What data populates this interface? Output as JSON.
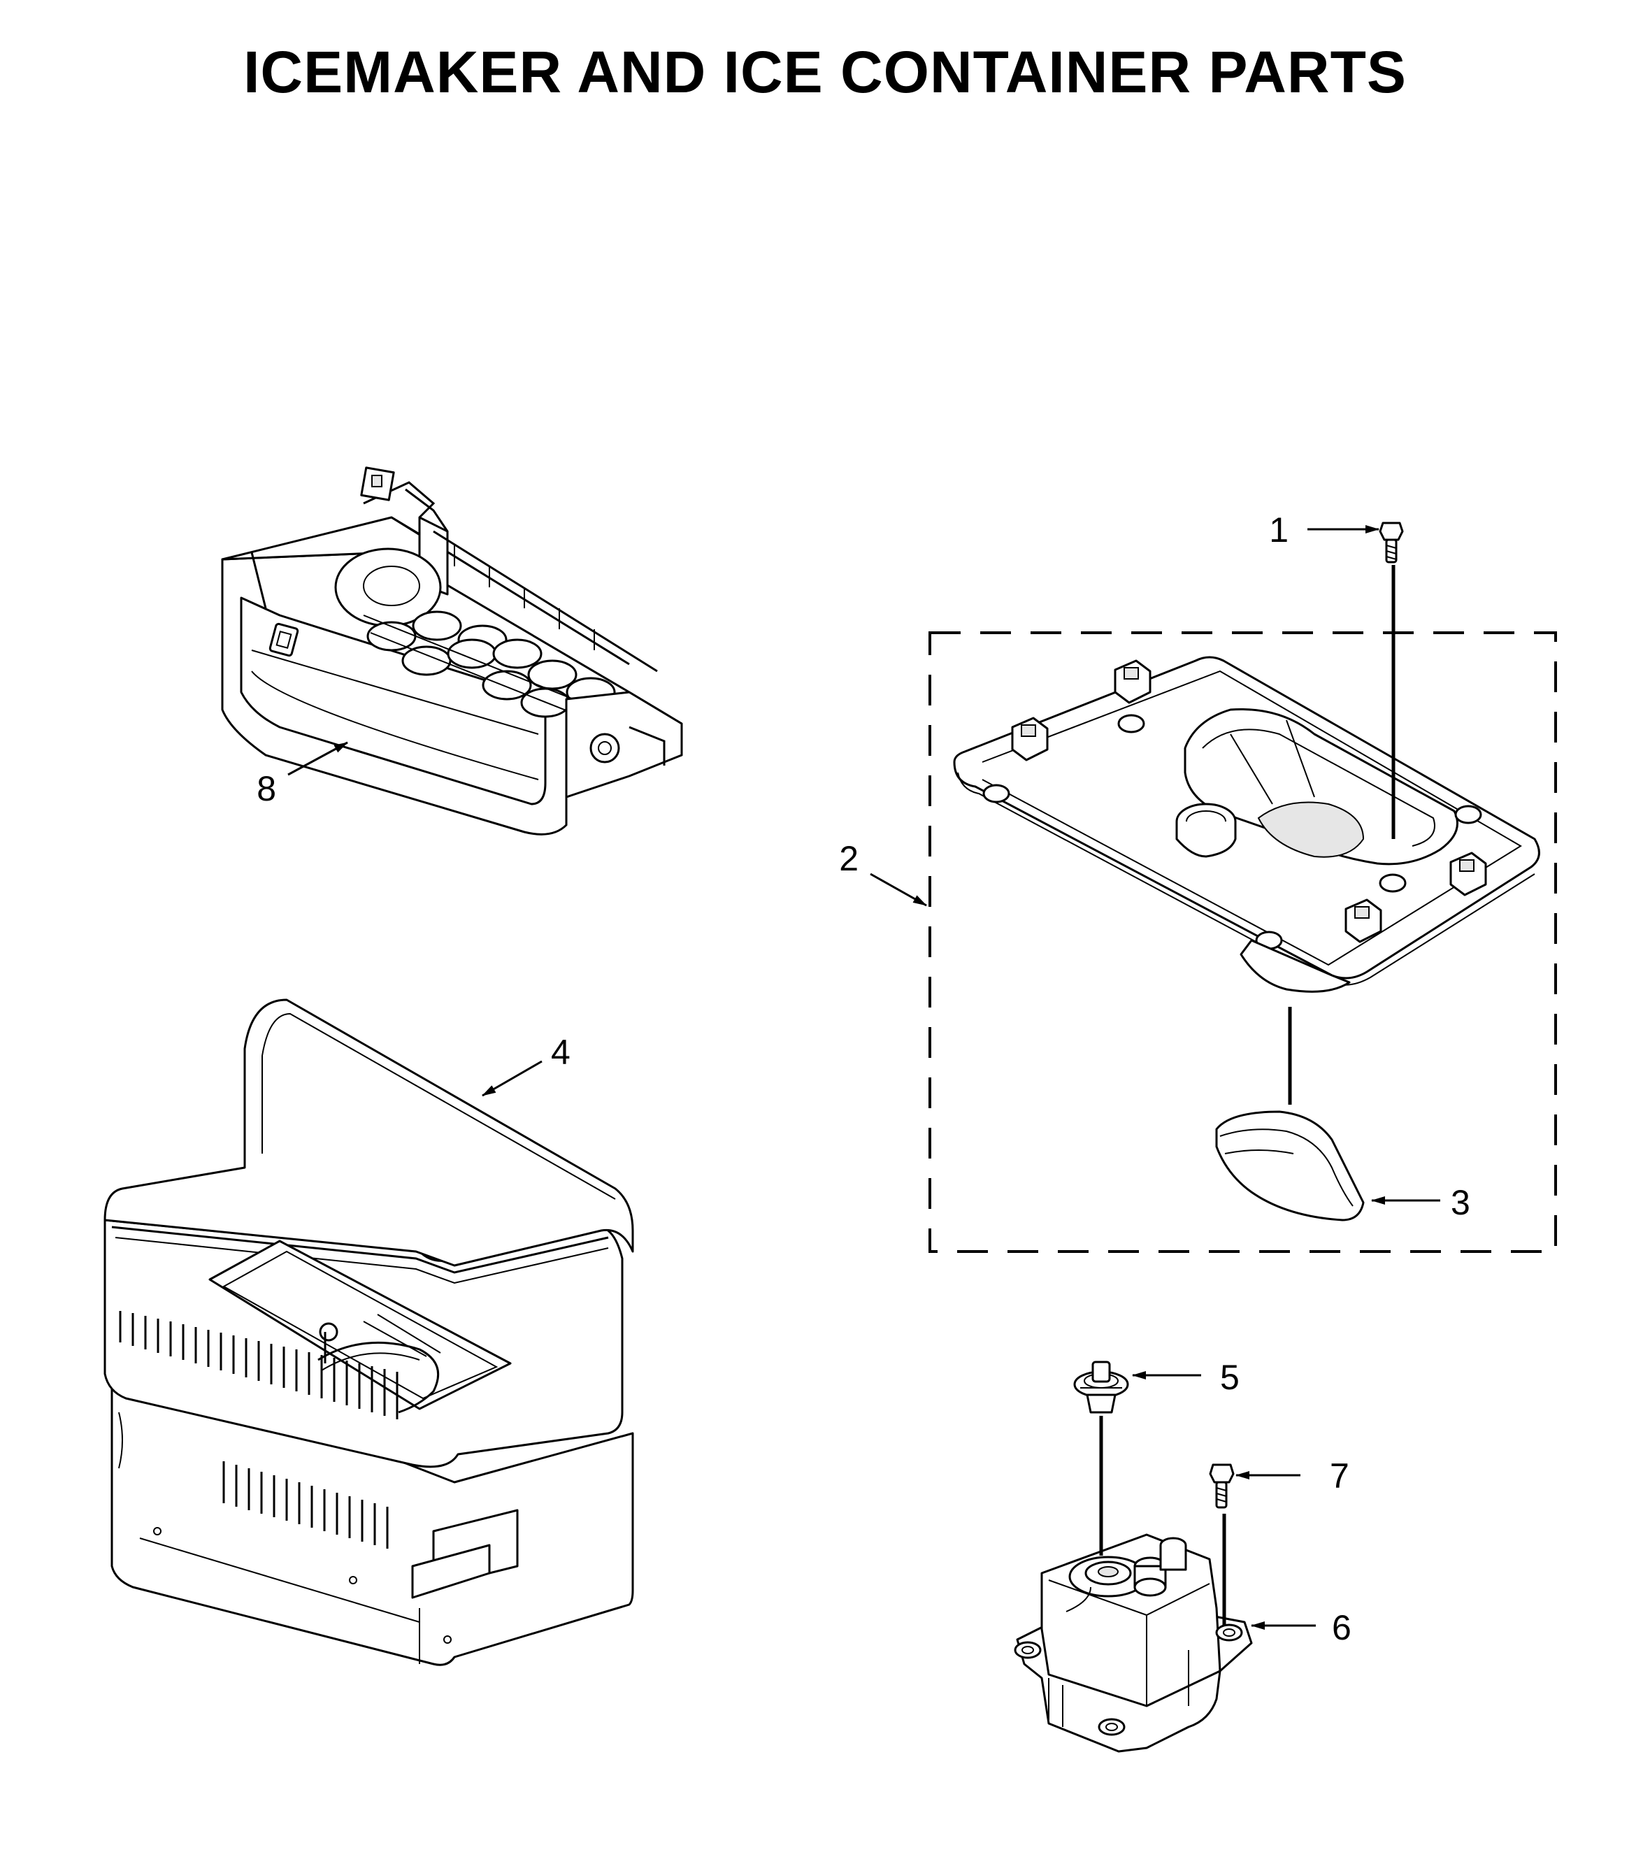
{
  "title": "ICEMAKER AND ICE CONTAINER PARTS",
  "callouts": [
    "1",
    "2",
    "3",
    "4",
    "5",
    "6",
    "7",
    "8"
  ],
  "parts": [
    {
      "ref": "1",
      "icon": "screw-icon"
    },
    {
      "ref": "2",
      "icon": "ice-container-cover-kit-icon"
    },
    {
      "ref": "3",
      "icon": "seal-ring-icon"
    },
    {
      "ref": "4",
      "icon": "ice-bin-icon"
    },
    {
      "ref": "5",
      "icon": "coupler-icon"
    },
    {
      "ref": "6",
      "icon": "auger-motor-icon"
    },
    {
      "ref": "7",
      "icon": "screw-icon"
    },
    {
      "ref": "8",
      "icon": "icemaker-assembly-icon"
    }
  ]
}
